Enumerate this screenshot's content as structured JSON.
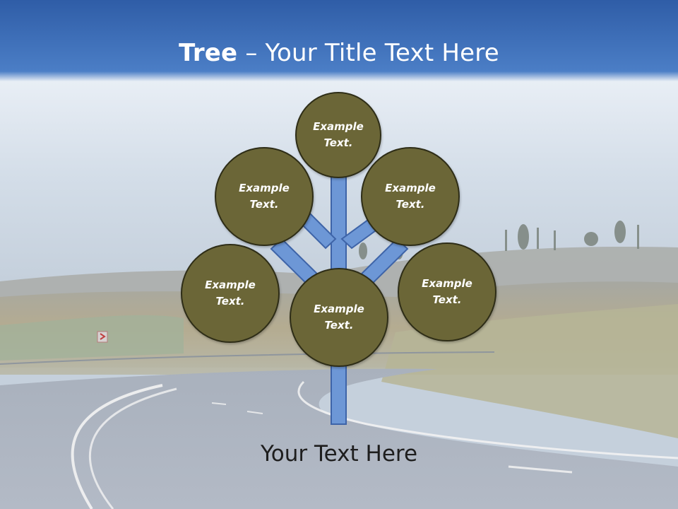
{
  "title": {
    "strong": "Tree",
    "rest": " – Your Title Text Here"
  },
  "nodes": [
    {
      "text": "Example Text."
    },
    {
      "text": "Example Text."
    },
    {
      "text": "Example Text."
    },
    {
      "text": "Example Text."
    },
    {
      "text": "Example Text."
    },
    {
      "text": "Example Text."
    }
  ],
  "footer": "Your Text Here",
  "colors": {
    "header_blue": "#3d6fb8",
    "circle_fill": "#6b6637",
    "trunk_blue": "#6d97d6"
  }
}
